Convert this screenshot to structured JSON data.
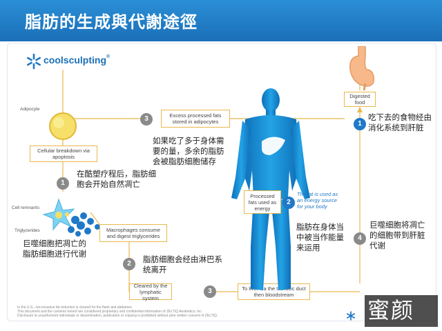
{
  "header": {
    "title": "脂肪的生成與代謝途徑"
  },
  "brand": {
    "logo_text": "coolsculpting",
    "trademark": "®"
  },
  "labels": {
    "adipocyte": "Adipocyte",
    "cell_remnants": "Cell remnants",
    "triglycerides": "Triglycerides"
  },
  "flow_boxes": {
    "cellular_breakdown": "Cellular breakdown via apoptosis",
    "macrophages": "Macrophages consume and digest triglycerides",
    "cleared_lymphatic": "Cleared by the lymphatic system",
    "to_liver": "To liver via the thoracic duct then bloodstream",
    "excess_processed": "Excess processed fats stored in adipocytes",
    "processed_energy": "Processed fats used as energy",
    "digested_food": "Digested food"
  },
  "fat_energy_note": "The fat is used as an energy source for your body",
  "badges": {
    "n1": "1",
    "n2": "2",
    "n3": "3",
    "n4": "4"
  },
  "chinese_notes": {
    "food_digest": "吃下去的食物经由消化系统到肝脏",
    "excess_fat": "如果吃了多于身体需要的量，多余的脂肪会被脂肪细胞储存",
    "cool_death": "在酷塑疗程后，脂肪细胞会开始自然凋亡",
    "energy_use": "脂肪在身体当中被当作能量来运用",
    "macro_liver": "巨噬细胞将凋亡的细胞带到肝脏代谢",
    "macro_metab": "巨噬细胞把凋亡的脂肪细胞进行代谢",
    "lymph_exit": "脂肪细胞会经由淋巴系统离开"
  },
  "footer": {
    "line1": "In the U.S., non-invasive fat reduction is cleared for the flank and abdomen.",
    "line2": "This document and the contents hereof are considered proprietary and confidential information of ZELTIQ Aesthetics, Inc.",
    "line3": "Disclosure to unauthorized individuals or dissemination, publication or copying is prohibited without prior written consent of ZELTIQ."
  },
  "watermark": {
    "text": "蜜颜"
  },
  "colors": {
    "header": "#1b6fb8",
    "accent_blue": "#1f78c8",
    "box_border": "#e8b84b",
    "body": "#1a8ed9"
  }
}
